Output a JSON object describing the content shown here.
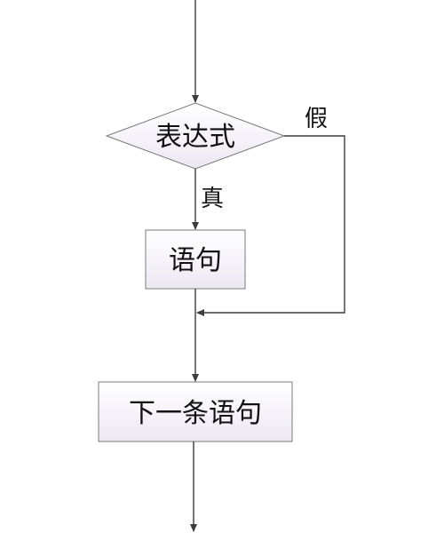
{
  "nodes": {
    "condition": {
      "label": "表达式"
    },
    "statement": {
      "label": "语句"
    },
    "next_statement": {
      "label": "下一条语句"
    }
  },
  "edges": {
    "true_label": "真",
    "false_label": "假"
  },
  "colors": {
    "shape_fill_top": "#ffffff",
    "shape_fill_bottom": "#ece8f3",
    "shape_stroke": "#7a7a7a",
    "line": "#3c3c3c"
  }
}
